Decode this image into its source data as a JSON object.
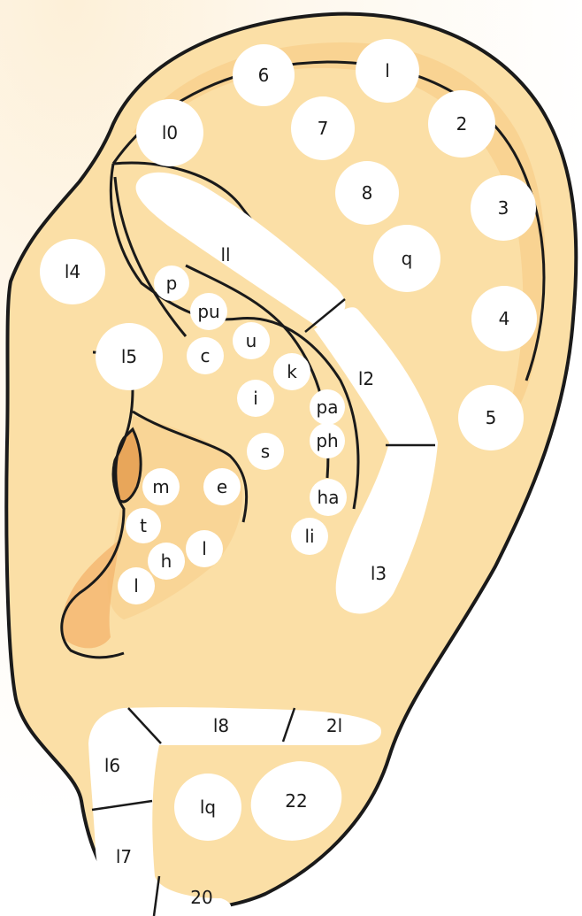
{
  "colors": {
    "background_glow": "#fdf0d8",
    "skin": "#fbdfa6",
    "skin_shadow": "#f7c982",
    "deep_shadow": "#e8a65a",
    "outline": "#1a1a1a",
    "marker": "#ffffff",
    "label": "#1a1a1a"
  },
  "points": [
    {
      "id": "1",
      "label": "l"
    },
    {
      "id": "2",
      "label": "2"
    },
    {
      "id": "3",
      "label": "3"
    },
    {
      "id": "4",
      "label": "4"
    },
    {
      "id": "5",
      "label": "5"
    },
    {
      "id": "6",
      "label": "6"
    },
    {
      "id": "7",
      "label": "7"
    },
    {
      "id": "8",
      "label": "8"
    },
    {
      "id": "9",
      "label": "q"
    },
    {
      "id": "10",
      "label": "l0"
    },
    {
      "id": "11",
      "label": "ll"
    },
    {
      "id": "12",
      "label": "l2"
    },
    {
      "id": "13",
      "label": "l3"
    },
    {
      "id": "14",
      "label": "l4"
    },
    {
      "id": "15",
      "label": "l5"
    },
    {
      "id": "16",
      "label": "l6"
    },
    {
      "id": "17",
      "label": "l7"
    },
    {
      "id": "18",
      "label": "l8"
    },
    {
      "id": "19",
      "label": "lq"
    },
    {
      "id": "20",
      "label": "20"
    },
    {
      "id": "21",
      "label": "2l"
    },
    {
      "id": "22",
      "label": "22"
    },
    {
      "id": "p",
      "label": "p"
    },
    {
      "id": "pu",
      "label": "pu"
    },
    {
      "id": "c",
      "label": "c"
    },
    {
      "id": "u",
      "label": "u"
    },
    {
      "id": "k",
      "label": "k"
    },
    {
      "id": "i",
      "label": "i"
    },
    {
      "id": "pa",
      "label": "pa"
    },
    {
      "id": "ph",
      "label": "ph"
    },
    {
      "id": "s",
      "label": "s"
    },
    {
      "id": "m",
      "label": "m"
    },
    {
      "id": "e",
      "label": "e"
    },
    {
      "id": "ha",
      "label": "ha"
    },
    {
      "id": "t",
      "label": "t"
    },
    {
      "id": "li",
      "label": "li"
    },
    {
      "id": "h",
      "label": "h"
    },
    {
      "id": "l-upper",
      "label": "l"
    },
    {
      "id": "l-lower",
      "label": "l"
    }
  ]
}
